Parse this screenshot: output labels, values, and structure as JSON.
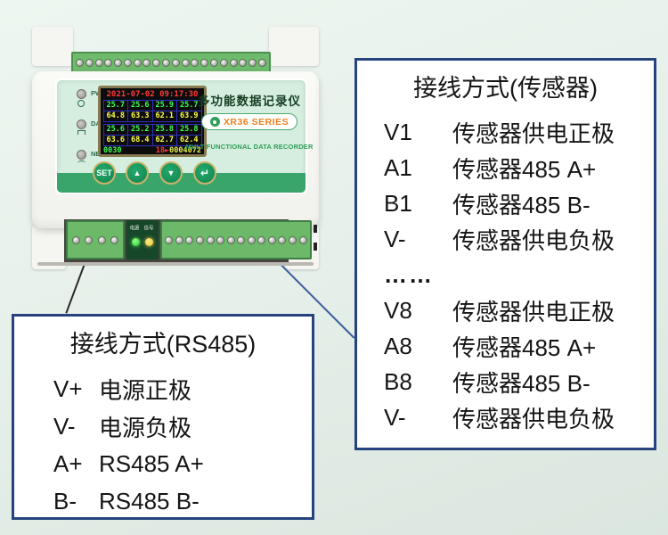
{
  "colors": {
    "annotation_border": "#26437e",
    "connector_blue": "#3c5f9c",
    "connector_black": "#2b2b2b",
    "brand_orange": "#ef7f1f",
    "brand_green": "#2f9e58",
    "panel_green": "#3aa56b",
    "screen_red": "#ff3a3a",
    "screen_green": "#3dff52",
    "screen_yellow": "#ffff46",
    "screen_grid_blue": "#2d2dc8"
  },
  "device": {
    "indicators": [
      {
        "label": "PWR"
      },
      {
        "label": "DATA"
      },
      {
        "label": "NET"
      }
    ],
    "screen": {
      "datetime": "2021-07-02 09:17:30",
      "grid": [
        [
          "25.7",
          "25.6",
          "25.9",
          "25.7"
        ],
        [
          "64.8",
          "63.3",
          "62.1",
          "63.9"
        ],
        [
          "25.6",
          "25.2",
          "25.8",
          "25.8"
        ],
        [
          "63.6",
          "68.4",
          "62.7",
          "62.4"
        ]
      ],
      "status_left": "0030",
      "status_mid": "18",
      "status_arrow": "►",
      "status_right": "0004072"
    },
    "branding": {
      "title_cn": "多功能数据记录仪",
      "series": "XR36 SERIES",
      "subtitle": "MULTIFUNCTIONAL DATA RECORDER"
    },
    "buttons": {
      "set": "SET",
      "up": "▲",
      "down": "▼",
      "enter": "↵"
    },
    "bottom_labels": {
      "power": "电源",
      "signal": "信号"
    }
  },
  "rs485_box": {
    "title": "接线方式(RS485)",
    "rows": [
      {
        "pin": "V+",
        "desc": "电源正极"
      },
      {
        "pin": "V-",
        "desc": "电源负极"
      },
      {
        "pin": "A+",
        "desc": "RS485 A+"
      },
      {
        "pin": "B-",
        "desc": "RS485 B-"
      }
    ]
  },
  "sensor_box": {
    "title": "接线方式(传感器)",
    "rows": [
      {
        "pin": "V1",
        "desc": "传感器供电正极"
      },
      {
        "pin": "A1",
        "desc": "传感器485 A+"
      },
      {
        "pin": "B1",
        "desc": "传感器485 B-"
      },
      {
        "pin": "V-",
        "desc": "传感器供电负极"
      },
      {
        "pin": "……",
        "desc": ""
      },
      {
        "pin": "V8",
        "desc": "传感器供电正极"
      },
      {
        "pin": "A8",
        "desc": "传感器485 A+"
      },
      {
        "pin": "B8",
        "desc": "传感器485 B-"
      },
      {
        "pin": "V-",
        "desc": "传感器供电负极"
      }
    ]
  }
}
